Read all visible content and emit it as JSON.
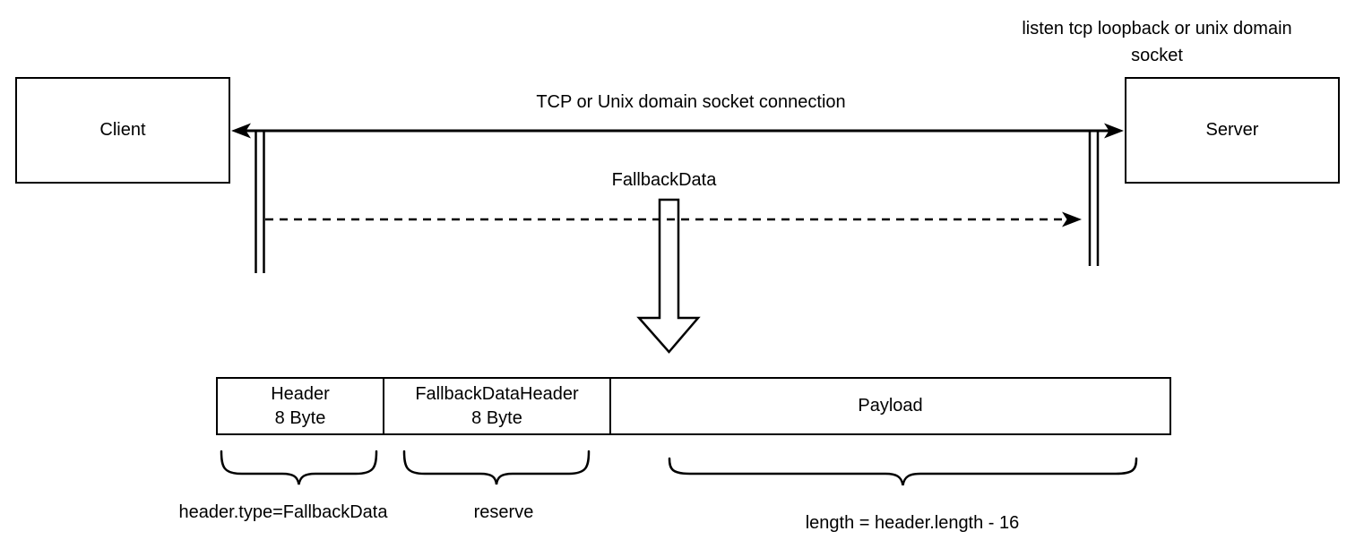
{
  "diagram": {
    "client_label": "Client",
    "server_label": "Server",
    "server_note": "listen tcp loopback or unix domain socket",
    "connection_label": "TCP or Unix domain socket connection",
    "message_label": "FallbackData",
    "frame": {
      "segments": [
        {
          "label": "Header",
          "size": "8 Byte",
          "annotation": "header.type=FallbackData"
        },
        {
          "label": "FallbackDataHeader",
          "size": "8 Byte",
          "annotation": "reserve"
        },
        {
          "label": "Payload",
          "size": "",
          "annotation": "length = header.length - 16"
        }
      ]
    },
    "colors": {
      "stroke": "#000000",
      "background": "#ffffff"
    }
  }
}
